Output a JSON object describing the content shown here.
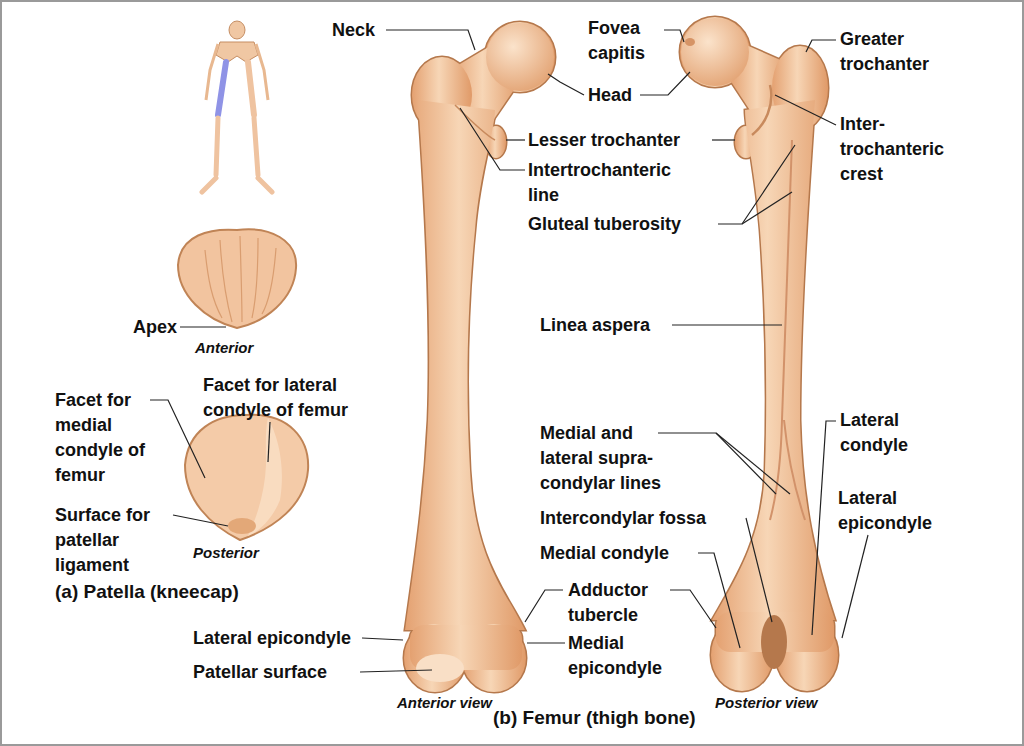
{
  "diagram": {
    "labels": [
      "Neck",
      "Fovea capitis",
      "Head",
      "Greater trochanter",
      "Lesser trochanter",
      "Inter- trochanteric crest",
      "Intertrochanteric line",
      "Gluteal tuberosity",
      "Apex",
      "Anterior",
      "Linea aspera",
      "Facet for lateral condyle of femur",
      "Facet for medial condyle of femur",
      "Lateral condyle",
      "Medial and lateral supra- condylar lines",
      "Lateral epicondyle",
      "Surface for patellar ligament",
      "Intercondylar fossa",
      "Posterior",
      "Medial condyle",
      "Adductor tubercle",
      "(a) Patella (kneecap)",
      "Lateral epicondyle",
      "Medial epicondyle",
      "Patellar surface",
      "Anterior view",
      "Posterior view",
      "(b) Femur (thigh bone)"
    ]
  }
}
